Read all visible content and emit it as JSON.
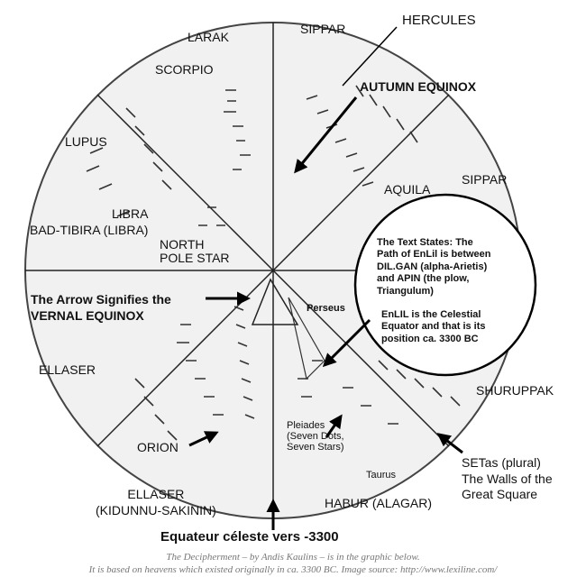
{
  "labels": {
    "hercules": "HERCULES",
    "larak": "LARAK",
    "sippar_top": "SIPPAR",
    "scorpio": "SCORPIO",
    "autumn_equinox": "AUTUMN EQUINOX",
    "lupus": "LUPUS",
    "sippar_right": "SIPPAR",
    "aquila": "AQUILA",
    "libra": "LIBRA",
    "bad_tibira": "BAD-TIBIRA (LIBRA)",
    "north_pole_star": "NORTH\nPOLE STAR",
    "arrow_signifies": "The Arrow Signifies the\nVERNAL EQUINOX",
    "perseus": "Perseus",
    "ellaser_left": "ELLASER",
    "shuruppak": "SHURUPPAK",
    "pleiades": "Pleiades\n(Seven Dots,\nSeven Stars)",
    "orion": "ORION",
    "taurus": "Taurus",
    "setas": "SETas (plural)\nThe Walls of the\nGreat Square",
    "ellaser_bottom": "ELLASER\n(KIDUNNU-SAKININ)",
    "habur": "HABUR (ALAGAR)",
    "equateur": "Equateur céleste vers -3300"
  },
  "callout": {
    "text_states": "The Text States: The\nPath of EnLil is between\nDIL.GAN (alpha-Arietis)\nand APIN (the plow,\nTriangulum)",
    "enlil": "EnLIL is the Celestial\nEquator and that is its\nposition ca. 3300 BC"
  },
  "caption": {
    "line1": "The Decipherment – by Andis Kaulins – is in the graphic below.",
    "line2": "It is based on heavens which existed originally in ca. 3300 BC. Image source: http://www.lexiline.com/"
  }
}
